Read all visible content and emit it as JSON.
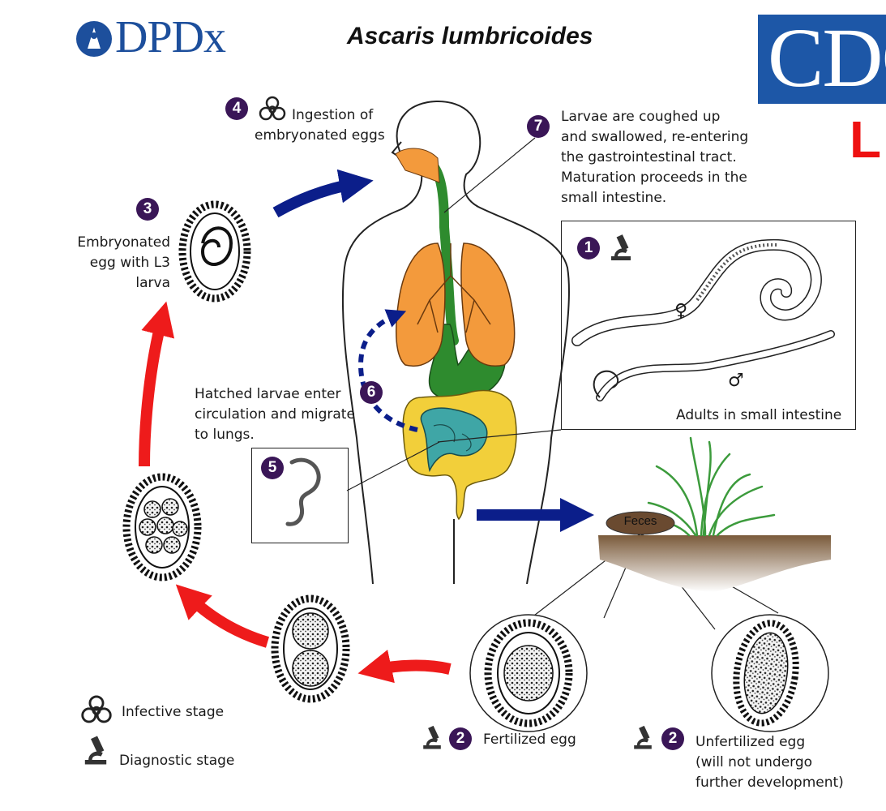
{
  "header": {
    "logo_text": "DPDx",
    "title": "Ascaris lumbricoides",
    "cdc_text": "CDC",
    "corner_text": "L"
  },
  "stages": {
    "s1": {
      "number": "1",
      "caption": "Adults in small intestine"
    },
    "s2a": {
      "number": "2",
      "caption": "Fertilized egg"
    },
    "s2b": {
      "number": "2",
      "caption_line1": "Unfertilized egg",
      "caption_line2": "(will not undergo",
      "caption_line3": "further development)"
    },
    "s3": {
      "number": "3",
      "caption_line1": "Embryonated",
      "caption_line2": "egg with L3",
      "caption_line3": "larva"
    },
    "s4": {
      "number": "4",
      "caption_line1": "Ingestion of",
      "caption_line2": "embryonated eggs"
    },
    "s5": {
      "number": "5"
    },
    "s6": {
      "number": "6",
      "caption_line1": "Hatched larvae enter",
      "caption_line2": "circulation and migrate",
      "caption_line3": "to lungs."
    },
    "s7": {
      "number": "7",
      "caption_line1": "Larvae are coughed up",
      "caption_line2": "and swallowed, re-entering",
      "caption_line3": "the gastrointestinal tract.",
      "caption_line4": "Maturation proceeds in the",
      "caption_line5": "small intestine."
    }
  },
  "feces_label": "Feces",
  "symbols": {
    "female": "♀",
    "male": "♂"
  },
  "legend": {
    "infective_label": "Infective stage",
    "diagnostic_label": "Diagnostic stage",
    "infective_icon": "biohazard-icon",
    "diagnostic_icon": "microscope-icon"
  },
  "colors": {
    "blue_arrow": "#0b1e8a",
    "red_arrow": "#ee1b1b",
    "lungs": "#f39a3c",
    "stomach": "#2e8b2e",
    "small_intestine": "#3fa6a6",
    "large_intestine": "#f2cf3a",
    "number_badge": "#3a1657",
    "cdc_blue": "#1d57a7"
  }
}
